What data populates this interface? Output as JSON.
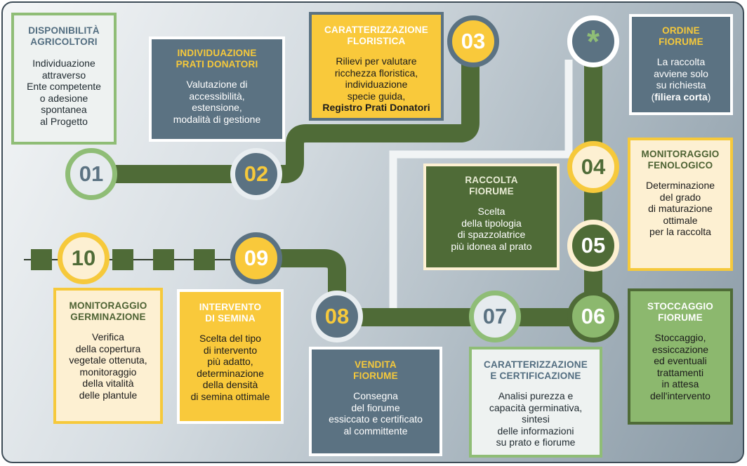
{
  "steps": {
    "s01": {
      "number": "01",
      "title": "DISPONIBILITÀ\nAGRICOLTORI",
      "body": "Individuazione\nattraverso\nEnte competente\no adesione\nspontanea\nal Progetto"
    },
    "s02": {
      "number": "02",
      "title": "INDIVIDUAZIONE\nPRATI DONATORI",
      "body": "Valutazione di\naccessibilità,\nestensione,\nmodalità di gestione"
    },
    "s03": {
      "number": "03",
      "title": "CARATTERIZZAZIONE\nFLORISTICA",
      "body": "Rilievi per valutare\nricchezza floristica,\nindividuazione\nspecie guida,",
      "body_strong": "Registro Prati Donatori"
    },
    "star": {
      "symbol": "*",
      "title": "ORDINE\nFIORUME",
      "body": "La raccolta\navviene solo\nsu richiesta",
      "body_paren_open": "(",
      "body_strong": "filiera corta",
      "body_paren_close": ")"
    },
    "s04": {
      "number": "04",
      "title": "MONITORAGGIO\nFENOLOGICO",
      "body": "Determinazione\ndel grado\ndi maturazione\nottimale\nper la raccolta"
    },
    "s05": {
      "number": "05",
      "title": "RACCOLTA\nFIORUME",
      "body": "Scelta\ndella tipologia\ndi spazzolatrice\npiù idonea al prato"
    },
    "s06": {
      "number": "06",
      "title": "STOCCAGGIO\nFIORUME",
      "body": "Stoccaggio,\nessiccazione\ned eventuali\ntrattamenti\nin attesa\ndell'intervento"
    },
    "s07": {
      "number": "07",
      "title": "CARATTERIZZAZIONE\nE CERTIFICAZIONE",
      "body": "Analisi purezza e\ncapacità germinativa,\nsintesi\ndelle informazioni\nsu prato e fiorume"
    },
    "s08": {
      "number": "08",
      "title": "VENDITA\nFIORUME",
      "body": "Consegna\ndel fiorume\nessiccato e certificato\nal committente"
    },
    "s09": {
      "number": "09",
      "title": "INTERVENTO\nDI SEMINA",
      "body": "Scelta del tipo\ndi intervento\npiù adatto,\ndeterminazione\ndella densità\ndi semina ottimale"
    },
    "s10": {
      "number": "10",
      "title": "MONITORAGGIO\nGERMINAZIONE",
      "body": "Verifica\ndella copertura\nvegetale ottenuta,\nmonitoraggio\ndella vitalità\ndelle plantule"
    }
  },
  "colors": {
    "track_green": "#4f6b37",
    "track_white": "#f1f4f5",
    "yellow": "#f9c93b",
    "blue_grey": "#5b7282",
    "light_green": "#8fbd76",
    "cream": "#fdf0d2"
  }
}
